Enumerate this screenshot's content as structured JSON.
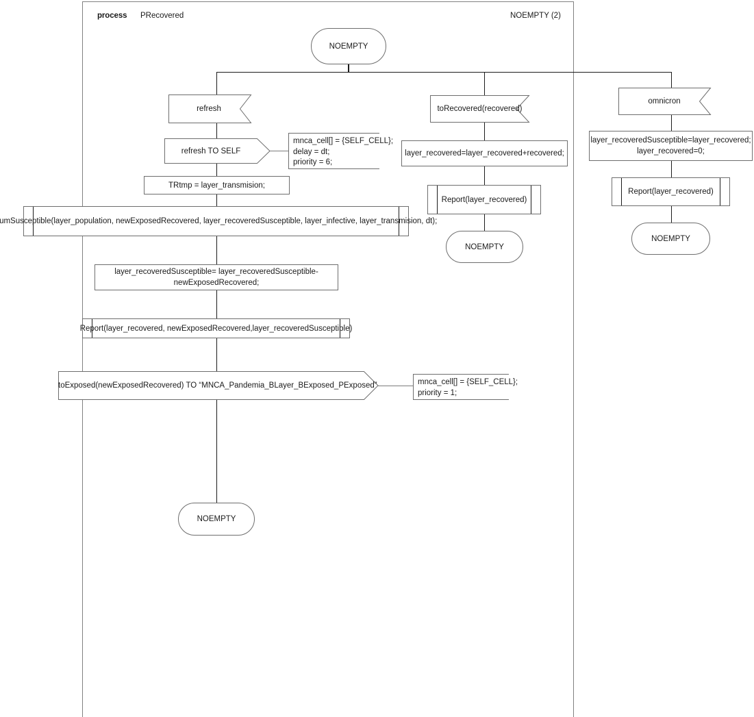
{
  "diagram": {
    "type": "sdl-process-diagram",
    "keyword": "process",
    "process_name": "PRecovered",
    "frame_note": "NOEMPTY (2)"
  },
  "start_state": {
    "label": "NOEMPTY"
  },
  "branches": {
    "left": {
      "input": {
        "label": "refresh"
      },
      "output": {
        "label": "refresh TO SELF"
      },
      "output_comment": "mnca_cell[] = {SELF_CELL};\ndelay = dt;\npriority = 6;",
      "task_trtmp": {
        "label": "TRtmp  = layer_transmision;"
      },
      "call_numsusceptible": {
        "label": "numSusceptible(layer_population, newExposedRecovered, layer_recoveredSusceptible, layer_infective, layer_transmision, dt);"
      },
      "task_assign": {
        "label": "layer_recoveredSusceptible= layer_recoveredSusceptible- newExposedRecovered;"
      },
      "call_report": {
        "label": "Report(layer_recovered, newExposedRecovered,layer_recoveredSusceptible)"
      },
      "output_toexposed": {
        "label": "toExposed(newExposedRecovered) TO “MNCA_Pandemia_BLayer_BExposed_PExposed”"
      },
      "output_toexposed_comment": "mnca_cell[] = {SELF_CELL};\npriority = 1;",
      "end_state": {
        "label": "NOEMPTY"
      }
    },
    "middle": {
      "input": {
        "label": "toRecovered(recovered)"
      },
      "task": {
        "label": "layer_recovered=layer_recovered+recovered;"
      },
      "call_report": {
        "label": "Report(layer_recovered)"
      },
      "end_state": {
        "label": "NOEMPTY"
      }
    },
    "right": {
      "input": {
        "label": "omnicron"
      },
      "task": {
        "label": "layer_recoveredSusceptible=layer_recovered;\nlayer_recovered=0;"
      },
      "task_line1": "layer_recoveredSusceptible=layer_recovered;",
      "task_line2": "layer_recovered=0;",
      "call_report": {
        "label": "Report(layer_recovered)"
      },
      "end_state": {
        "label": "NOEMPTY"
      }
    }
  },
  "colors": {
    "line": "#1a1a1a",
    "shape_stroke": "#6d6d6d",
    "background": "#ffffff",
    "text": "#1a1a1a"
  }
}
